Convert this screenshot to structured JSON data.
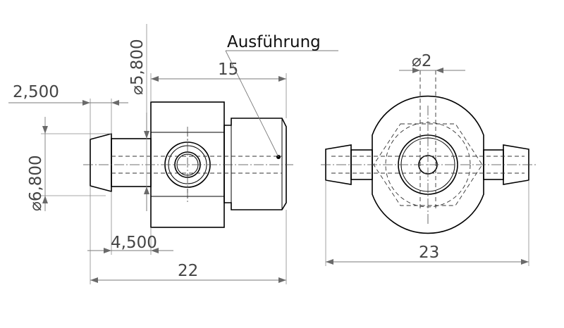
{
  "annotation": {
    "text": "Ausführung"
  },
  "dimensions": {
    "dia_5_800": "⌀5,800",
    "len_15": "15",
    "len_2_500": "2,500",
    "dia_6_800": "⌀6,800",
    "len_4_500": "4,500",
    "len_22": "22",
    "dia_2": "⌀2",
    "len_23": "23"
  }
}
